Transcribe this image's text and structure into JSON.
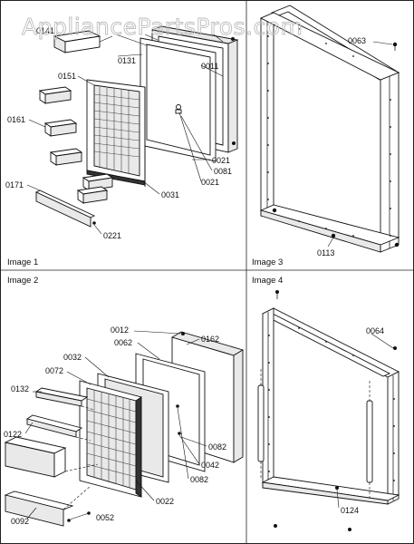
{
  "watermark": "AppliancePartsPros.com",
  "panels": [
    {
      "caption": "Image 1"
    },
    {
      "caption": "Image 2"
    },
    {
      "caption": "Image 3"
    },
    {
      "caption": "Image 4"
    }
  ],
  "image1_labels": [
    "0141",
    "0131",
    "0151",
    "0161",
    "0171",
    "0221",
    "0011",
    "0021",
    "0081",
    "0021",
    "0031"
  ],
  "image2_labels": [
    "0012",
    "0062",
    "0162",
    "0032",
    "0072",
    "0132",
    "0122",
    "0082",
    "0042",
    "0082",
    "0022",
    "0092",
    "0052"
  ],
  "image3_labels": [
    "0063",
    "0113"
  ],
  "image4_labels": [
    "0064",
    "0124"
  ]
}
